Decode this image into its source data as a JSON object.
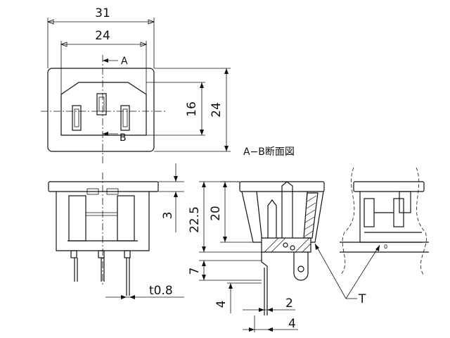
{
  "dimensions": {
    "width_outer": "31",
    "width_inner": "24",
    "height_inner": "16",
    "height_outer": "24",
    "thickness_top": "3",
    "depth_total": "22.5",
    "depth_body": "20",
    "pin_length": "7",
    "pin_offset": "4",
    "pin_gap": "2",
    "pin_spacing": "4",
    "pin_thickness": "t0.8"
  },
  "labels": {
    "section_a": "A",
    "section_b": "B",
    "section_title": "A−B断面図",
    "callout_t": "T",
    "callout_zero": "0"
  }
}
